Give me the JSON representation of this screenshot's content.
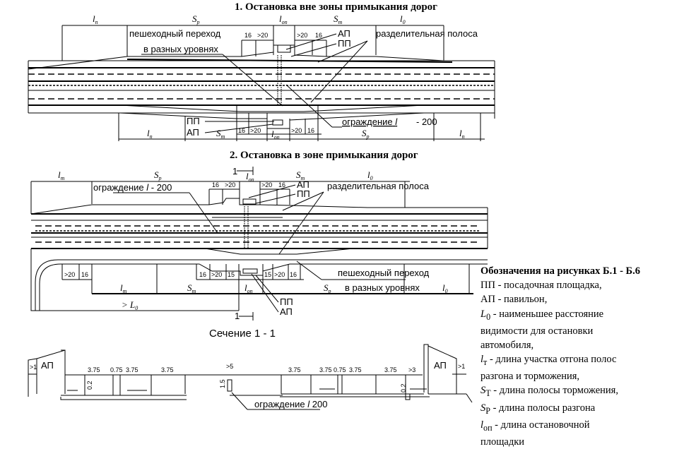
{
  "diagram1": {
    "title": "1. Остановка вне зоны примыкания дорог",
    "dim_top": {
      "l_left": "l",
      "l_left_sub": "п",
      "sp": "S",
      "sp_sub": "р",
      "l_op": "l",
      "l_op_sub": "оп",
      "st": "S",
      "st_sub": "т",
      "l_right": "l",
      "l_right_sub": "0"
    },
    "dims_top": [
      "16",
      ">20",
      ">20",
      "16"
    ],
    "dims_bottom": [
      "16",
      ">20",
      ">20",
      "16"
    ],
    "dim_bottom": {
      "l_left": "l",
      "l_left_sub": "п",
      "st": "S",
      "st_sub": "т",
      "l_op": "l",
      "l_op_sub": "оп",
      "sp": "S",
      "sp_sub": "р",
      "l_right": "l",
      "l_right_sub": "п"
    },
    "crossing_label_1": "пешеходный переход",
    "crossing_label_2": "в разных уровнях",
    "ap": "АП",
    "pp": "ПП",
    "median": "разделительная полоса",
    "barrier": "ограждение",
    "barrier_l": "l",
    "barrier_value": "- 200"
  },
  "diagram2": {
    "title": "2. Остановка в зоне примыкания дорог",
    "section_mark": "1",
    "dim_top": {
      "l_left": "l",
      "l_left_sub": "т",
      "sp": "S",
      "sp_sub": "р",
      "l_op": "l",
      "l_op_sub": "оп",
      "st": "S",
      "st_sub": "т",
      "l_right": "l",
      "l_right_sub": "0"
    },
    "dims_top": [
      "16",
      ">20",
      ">20",
      "16"
    ],
    "dims_bottom": [
      ">20",
      "16",
      "16",
      ">20",
      "15",
      "15",
      ">20",
      "16"
    ],
    "dim_bottom": {
      "l_t": "l",
      "l_t_sub": "т",
      "st": "S",
      "st_sub": "т",
      "l_op": "l",
      "l_op_sub": "оп",
      "sp": "S",
      "sp_sub": "р",
      "l_right": "l",
      "l_right_sub": "0",
      "gt_l0": "> L",
      "gt_l0_sub": "0"
    },
    "barrier": "ограждение",
    "barrier_l": "l",
    "barrier_value": "- 200",
    "ap": "АП",
    "pp": "ПП",
    "median": "разделительная полоса",
    "crossing_label_1": "пешеходный переход",
    "crossing_label_2": "в разных уровнях"
  },
  "section": {
    "title": "Сечение 1 - 1",
    "ap_left": "АП",
    "ap_right": "АП",
    "left_gt1": ">1",
    "right_gt1": ">1",
    "right_gt3": ">3",
    "middle_gt5": ">5",
    "lanes_left": [
      "3.75",
      "0.75",
      "3.75",
      "3.75"
    ],
    "lanes_right": [
      "3.75",
      "3.75",
      "0.75",
      "3.75",
      "3.75"
    ],
    "curb_left": "0.2",
    "curb_right": "0.2",
    "barrier_height": "1.5",
    "barrier": "ограждение",
    "barrier_l": "l",
    "barrier_value": "200"
  },
  "legend": {
    "heading": "Обозначения на рисунках Б.1 - Б.6",
    "items": [
      {
        "sym": "ПП",
        "sub": "",
        "text": " - посадочная площадка,"
      },
      {
        "sym": "АП",
        "sub": "",
        "text": " - павильон,"
      },
      {
        "sym": "L",
        "sub": "0",
        "text": " - наименьшее расстояние"
      },
      {
        "sym": "",
        "sub": "",
        "text": "видимости для остановки"
      },
      {
        "sym": "",
        "sub": "",
        "text": "автомобиля,"
      },
      {
        "sym": "l",
        "sub": "т",
        "text": " - длина участка отгона полос"
      },
      {
        "sym": "",
        "sub": "",
        "text": "разгона и торможения,"
      },
      {
        "sym": "S",
        "sub": "Т",
        "text": " - длина полосы торможения,"
      },
      {
        "sym": "S",
        "sub": "Р",
        "text": " - длина полосы разгона"
      },
      {
        "sym": "l",
        "sub": "оп",
        "text": " - длина остановочной"
      },
      {
        "sym": "",
        "sub": "",
        "text": "площадки"
      }
    ]
  }
}
